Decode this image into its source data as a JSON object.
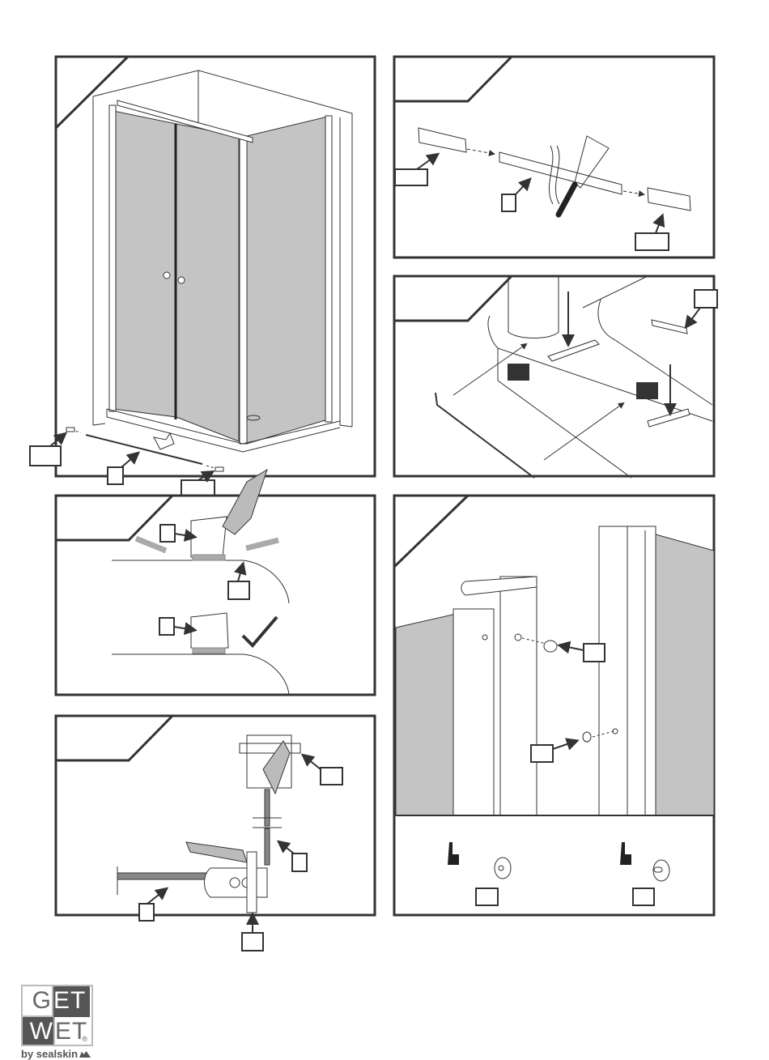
{
  "document": {
    "type": "shower enclosure installation instructions",
    "panels": [
      {
        "id": "panel-1",
        "description": "Overview of double-door shower enclosure with bottom seal strip and end caps",
        "labels": [
          "",
          "",
          ""
        ]
      },
      {
        "id": "panel-2",
        "description": "Cut seal strip to length with hacksaw and fit end caps",
        "labels": [
          "",
          "",
          ""
        ]
      },
      {
        "id": "panel-3",
        "description": "Position end caps and seals at door hinge profile",
        "labels": [
          "",
          "",
          ""
        ]
      },
      {
        "id": "panel-4",
        "description": "Trim seal with knife so it sits flush with tray edge",
        "labels": [
          "",
          "",
          ""
        ],
        "check_icon": "checkmark-icon"
      },
      {
        "id": "panel-5",
        "description": "Trim profiles at corner joint with knife",
        "labels": [
          "",
          "",
          "",
          ""
        ]
      },
      {
        "id": "panel-6",
        "description": "Fit cover caps on wall profiles; press in by hand",
        "labels": [
          "",
          "",
          "",
          ""
        ]
      }
    ]
  },
  "logo": {
    "line1a": "G",
    "line1b": "ET",
    "line2a": "W",
    "line2b": "ET",
    "registered": "®",
    "tagline": "by sealskin"
  },
  "colors": {
    "frame": "#333333",
    "glass": "#c4c4c4",
    "seal": "#aaaaaa",
    "logo_dark": "#555555"
  }
}
